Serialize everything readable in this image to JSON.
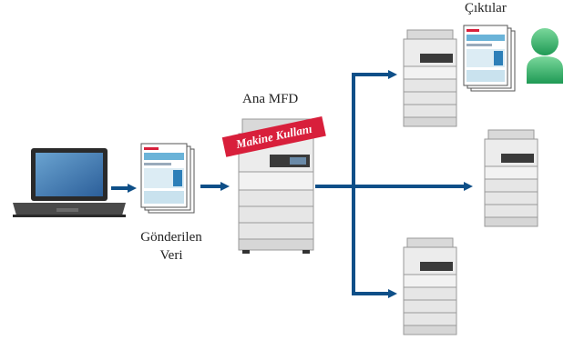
{
  "labels": {
    "ciktilar": "Çıktılar",
    "ana_mfd": "Ana MFD",
    "gonderilen_line1": "Gönderilen",
    "gonderilen_line2": "Veri",
    "badge": "Makine Kullanı"
  },
  "colors": {
    "arrow": "#0e4f88",
    "badge": "#d81f3b",
    "user": "#2fb36a",
    "printer_body": "#e9e9e9",
    "printer_dark": "#3a3a3a"
  },
  "icons": [
    "laptop-icon",
    "document-stack-icon",
    "main-printer-icon",
    "printer-icon",
    "user-icon"
  ]
}
